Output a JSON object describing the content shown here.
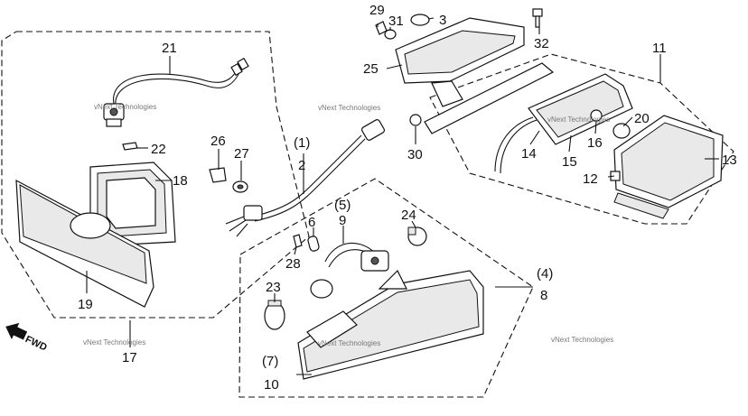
{
  "diagram": {
    "callouts": {
      "c1": "(1)",
      "c2": "2",
      "c3": "3",
      "c4": "(4)",
      "c5": "(5)",
      "c6": "6",
      "c7": "(7)",
      "c8": "8",
      "c9": "9",
      "c10": "10",
      "c11": "11",
      "c12": "12",
      "c13": "13",
      "c14": "14",
      "c15": "15",
      "c16": "16",
      "c17": "17",
      "c18": "18",
      "c19": "19",
      "c20": "20",
      "c21": "21",
      "c22": "22",
      "c23": "23",
      "c24": "24",
      "c25": "25",
      "c26": "26",
      "c27": "27",
      "c28": "28",
      "c29": "29",
      "c30": "30",
      "c31": "31",
      "c32": "32"
    },
    "direction_label": "FWD",
    "watermark": "vNext Technologies"
  }
}
